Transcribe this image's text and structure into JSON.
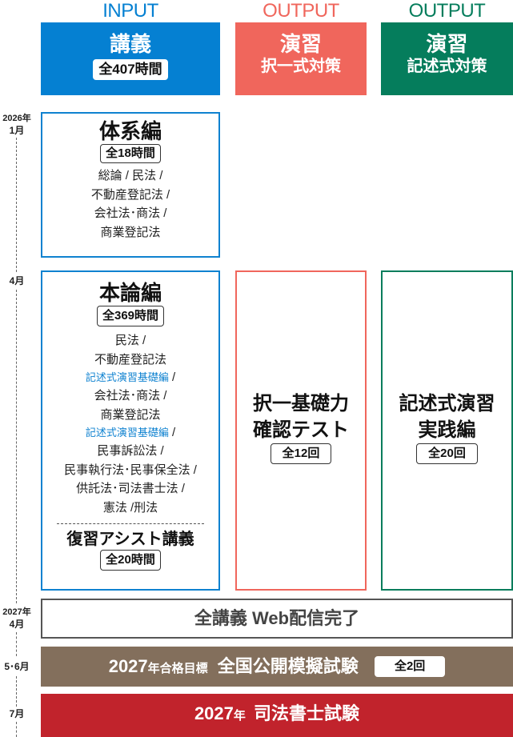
{
  "columns": [
    {
      "head": "INPUT",
      "title": "講義",
      "badge": "全407時間",
      "color": "#0580d2"
    },
    {
      "head": "OUTPUT",
      "title": "演習",
      "subtitle": "択一式対策",
      "color": "#f0665c"
    },
    {
      "head": "OUTPUT",
      "title": "演習",
      "subtitle": "記述式対策",
      "color": "#057d5c"
    }
  ],
  "timeline": {
    "t1_year": "2026年",
    "t1_month": "1月",
    "t2": "4月",
    "t3_year": "2027年",
    "t3_month": "4月",
    "t4": "5･6月",
    "t5": "7月"
  },
  "taikei": {
    "title": "体系編",
    "badge": "全18時間",
    "lines": [
      "総論 / 民法 /",
      "不動産登記法 /",
      "会社法･商法 /",
      "商業登記法"
    ]
  },
  "honron": {
    "title": "本論編",
    "badge": "全369時間",
    "lines": [
      {
        "text": "民法 /"
      },
      {
        "text": "不動産登記法"
      },
      {
        "text": "記述式演習基礎編",
        "suffix": " /",
        "blue": true
      },
      {
        "text": "会社法･商法 /"
      },
      {
        "text": "商業登記法"
      },
      {
        "text": "記述式演習基礎編",
        "suffix": " /",
        "blue": true
      },
      {
        "text": "民事訴訟法 /"
      },
      {
        "text": "民事執行法･民事保全法 /"
      },
      {
        "text": "供託法･司法書士法 /"
      },
      {
        "text": "憲法 /刑法"
      }
    ],
    "review_title": "復習アシスト講義",
    "review_badge": "全20時間"
  },
  "takuitsu": {
    "line1": "択一基礎力",
    "line2": "確認テスト",
    "badge": "全12回"
  },
  "kijutsu": {
    "line1": "記述式演習",
    "line2": "実践編",
    "badge": "全20回"
  },
  "web": {
    "label": "全講義 Web配信完了"
  },
  "mock": {
    "year": "2027",
    "year_suffix": "年合格目標",
    "label": "全国公開模擬試験",
    "badge": "全2回",
    "color": "#836f5c"
  },
  "exam": {
    "year": "2027",
    "year_suffix": "年",
    "label": "司法書士試験",
    "color": "#c1232c"
  }
}
